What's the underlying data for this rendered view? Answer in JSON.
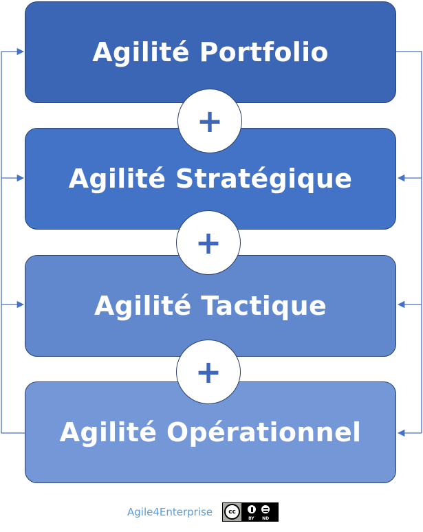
{
  "levels": [
    {
      "label": "Agilité Portfolio"
    },
    {
      "label": "Agilité Stratégique"
    },
    {
      "label": "Agilité Tactique"
    },
    {
      "label": "Agilité Opérationnel"
    }
  ],
  "plus_symbol": "+",
  "footer": {
    "brand": "Agile4Enterprise",
    "license": {
      "cc": "cc",
      "by": "BY",
      "nd": "ND"
    }
  },
  "colors": {
    "level_1": "#3a66b5",
    "level_2": "#4273c6",
    "level_3": "#6188cd",
    "level_4": "#7397d7",
    "connector": "#4472c4",
    "plus": "#3e67bb",
    "brand": "#5b9bd5"
  }
}
